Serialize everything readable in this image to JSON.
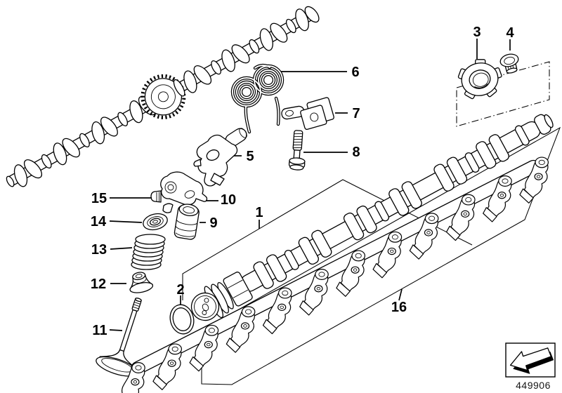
{
  "page": {
    "background": "#ffffff",
    "ink": "#000000"
  },
  "callouts": {
    "c1": "1",
    "c2": "2",
    "c3": "3",
    "c4": "4",
    "c5": "5",
    "c6": "6",
    "c7": "7",
    "c8": "8",
    "c9": "9",
    "c10": "10",
    "c11": "11",
    "c12": "12",
    "c13": "13",
    "c14": "14",
    "c15": "15",
    "c16": "16"
  },
  "footer": {
    "doc_number": "449906"
  },
  "icons": {
    "nav_arrow": "back-arrow-3d"
  }
}
